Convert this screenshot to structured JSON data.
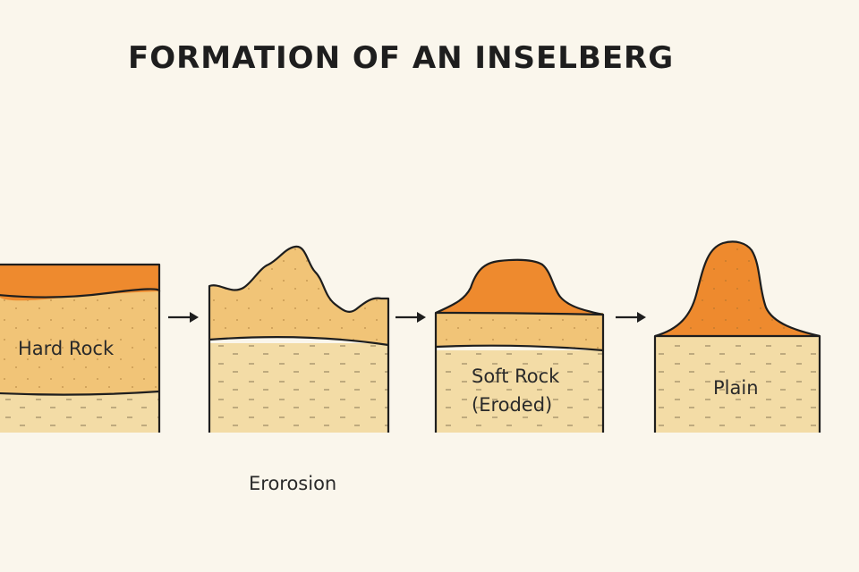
{
  "title": "FORMATION OF AN INSELBERG",
  "labels": {
    "hard_rock": "Hard Rock",
    "soft_rock_line1": "Soft Rock",
    "soft_rock_line2": "(Eroded)",
    "plain": "Plain",
    "erosion_caption": "Erorosion"
  },
  "colors": {
    "background": "#faf6ec",
    "orange_layer": "#ee8a2e",
    "sandstone_layer": "#f1c477",
    "base_layer": "#f3dca6",
    "outline": "#1e1e1e"
  },
  "stages_count": 4
}
